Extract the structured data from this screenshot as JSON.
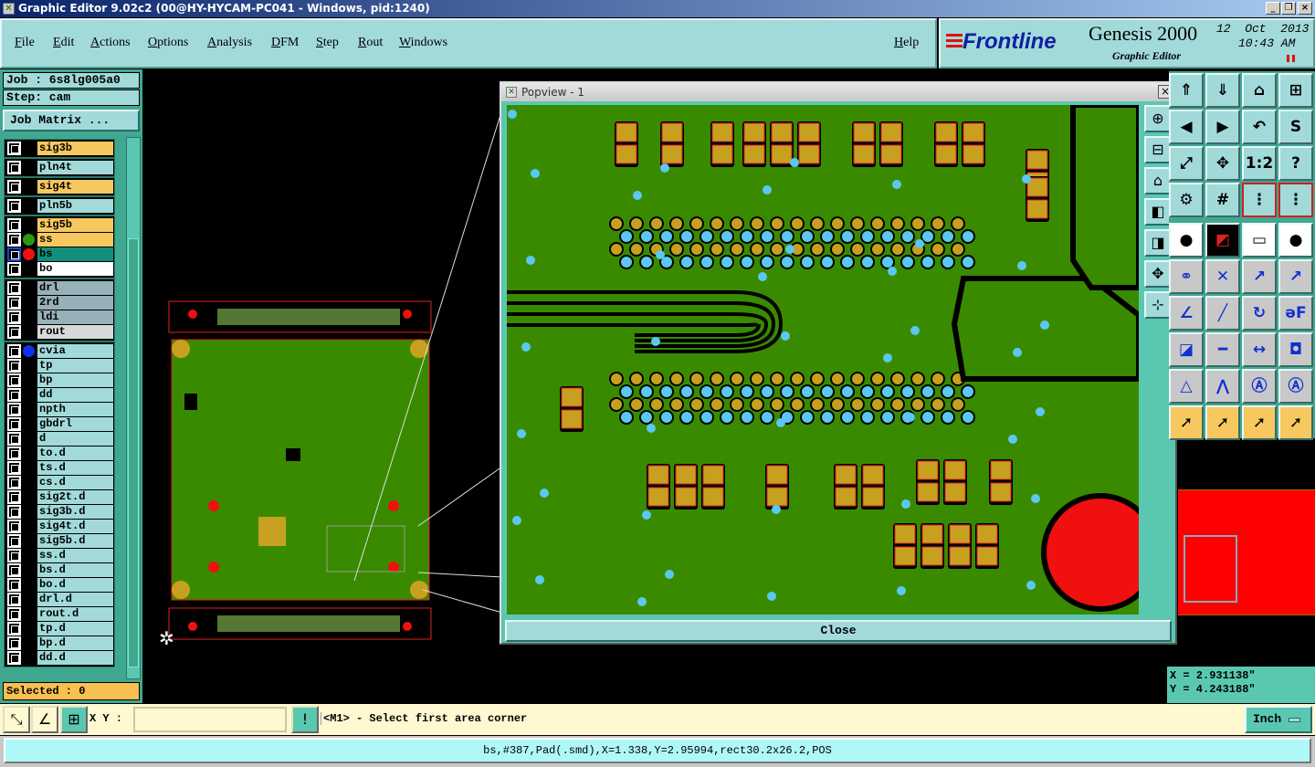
{
  "window": {
    "title": "Graphic Editor 9.02c2 (00@HY-HYCAM-PC041 - Windows, pid:1240)",
    "minimize": "_",
    "restore": "❐",
    "close": "×"
  },
  "menu": [
    "File",
    "Edit",
    "Actions",
    "Options",
    "Analysis",
    "DFM",
    "Step",
    "Rout",
    "Windows"
  ],
  "help": "Help",
  "brand": {
    "logo": "Frontline",
    "product": "Genesis 2000",
    "subtitle": "Graphic Editor",
    "date": "12  Oct  2013",
    "time": "10:43 AM",
    "accent": "#e01010"
  },
  "job": {
    "job_label": "Job : 6s8lg005a0",
    "step_label": "Step: cam",
    "matrix_button": "Job Matrix ..."
  },
  "layers": [
    {
      "name": "sig3b",
      "color": "#f8c860"
    },
    {
      "name": "pln4t",
      "color": "#a2dada"
    },
    {
      "name": "sig4t",
      "color": "#f8c860"
    },
    {
      "name": "pln5b",
      "color": "#a2dada"
    },
    {
      "name": "sig5b",
      "color": "#f8c860"
    },
    {
      "name": "ss",
      "color": "#f8c860",
      "dot": "#2a9a10"
    },
    {
      "name": "bs",
      "color": "#10907a",
      "dot": "#f01010",
      "active": true
    },
    {
      "name": "bo",
      "color": "#ffffff"
    },
    {
      "name": "drl",
      "color": "#98b0b8"
    },
    {
      "name": "2rd",
      "color": "#98b0b8"
    },
    {
      "name": "ldi",
      "color": "#98b0b8"
    },
    {
      "name": "rout",
      "color": "#d8d8d8"
    },
    {
      "name": "cvia",
      "color": "#a2dada",
      "dot": "#1030f0"
    },
    {
      "name": "tp",
      "color": "#a2dada"
    },
    {
      "name": "bp",
      "color": "#a2dada"
    },
    {
      "name": "dd",
      "color": "#a2dada"
    },
    {
      "name": "npth",
      "color": "#a2dada"
    },
    {
      "name": "gbdrl",
      "color": "#a2dada"
    },
    {
      "name": "d",
      "color": "#a2dada"
    },
    {
      "name": "to.d",
      "color": "#a2dada"
    },
    {
      "name": "ts.d",
      "color": "#a2dada"
    },
    {
      "name": "cs.d",
      "color": "#a2dada"
    },
    {
      "name": "sig2t.d",
      "color": "#a2dada"
    },
    {
      "name": "sig3b.d",
      "color": "#a2dada"
    },
    {
      "name": "sig4t.d",
      "color": "#a2dada"
    },
    {
      "name": "sig5b.d",
      "color": "#a2dada"
    },
    {
      "name": "ss.d",
      "color": "#a2dada"
    },
    {
      "name": "bs.d",
      "color": "#a2dada"
    },
    {
      "name": "bo.d",
      "color": "#a2dada"
    },
    {
      "name": "drl.d",
      "color": "#a2dada"
    },
    {
      "name": "rout.d",
      "color": "#a2dada"
    },
    {
      "name": "tp.d",
      "color": "#a2dada"
    },
    {
      "name": "bp.d",
      "color": "#a2dada"
    },
    {
      "name": "dd.d",
      "color": "#a2dada"
    }
  ],
  "selected": "Selected : 0",
  "popview": {
    "title": "Popview - 1",
    "close_button": "Close",
    "tools": [
      "zoom-in",
      "zoom-out",
      "zoom-home",
      "pan-left",
      "pan-right",
      "fit",
      "center"
    ]
  },
  "palette": [
    [
      "pan-up",
      "pan-down",
      "home",
      "zoom-xy"
    ],
    [
      "pan-left",
      "pan-right",
      "undo-view",
      "snake"
    ],
    [
      "zoom-fit",
      "center",
      "scale-1-2",
      "help"
    ],
    [
      "settings",
      "grid",
      "net-highlight",
      "net-highlight-2"
    ],
    [
      "move-feature",
      "select-area",
      "measure",
      "pad"
    ],
    [
      "connect",
      "delete",
      "snap-open",
      "snap-closed"
    ],
    [
      "angle-line",
      "line-edit",
      "rotate",
      "mirror"
    ],
    [
      "resize",
      "line-break",
      "dimension",
      "shapes"
    ],
    [
      "arc",
      "double-arc",
      "arc-bar",
      "arc-snap"
    ],
    [
      "select-pointer",
      "select-box",
      "select-polygon",
      "select-net"
    ]
  ],
  "coords": {
    "x": "X = 2.931138\"",
    "y": "Y = 4.243188\""
  },
  "command": {
    "xy_label": "X Y :",
    "xy_value": "",
    "prompt": "<M1> - Select first area corner",
    "units": "Inch"
  },
  "status": "bs,#387,Pad(.smd),X=1.338,Y=2.95994,rect30.2x26.2,POS"
}
